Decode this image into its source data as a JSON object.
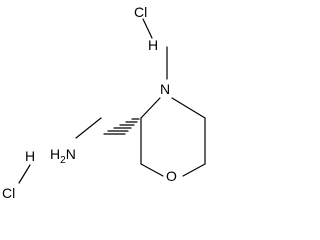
{
  "molecule": {
    "atoms": {
      "n_label": "N",
      "o_label": "O",
      "amine_label": "H2N",
      "amine_prefix": "H",
      "amine_subscript": "2",
      "amine_suffix": "N",
      "hcl1_cl": "Cl",
      "hcl1_h": "H",
      "hcl2_cl": "Cl",
      "hcl2_h": "H"
    },
    "colors": {
      "ink": "#000000",
      "background": "#ffffff"
    }
  }
}
